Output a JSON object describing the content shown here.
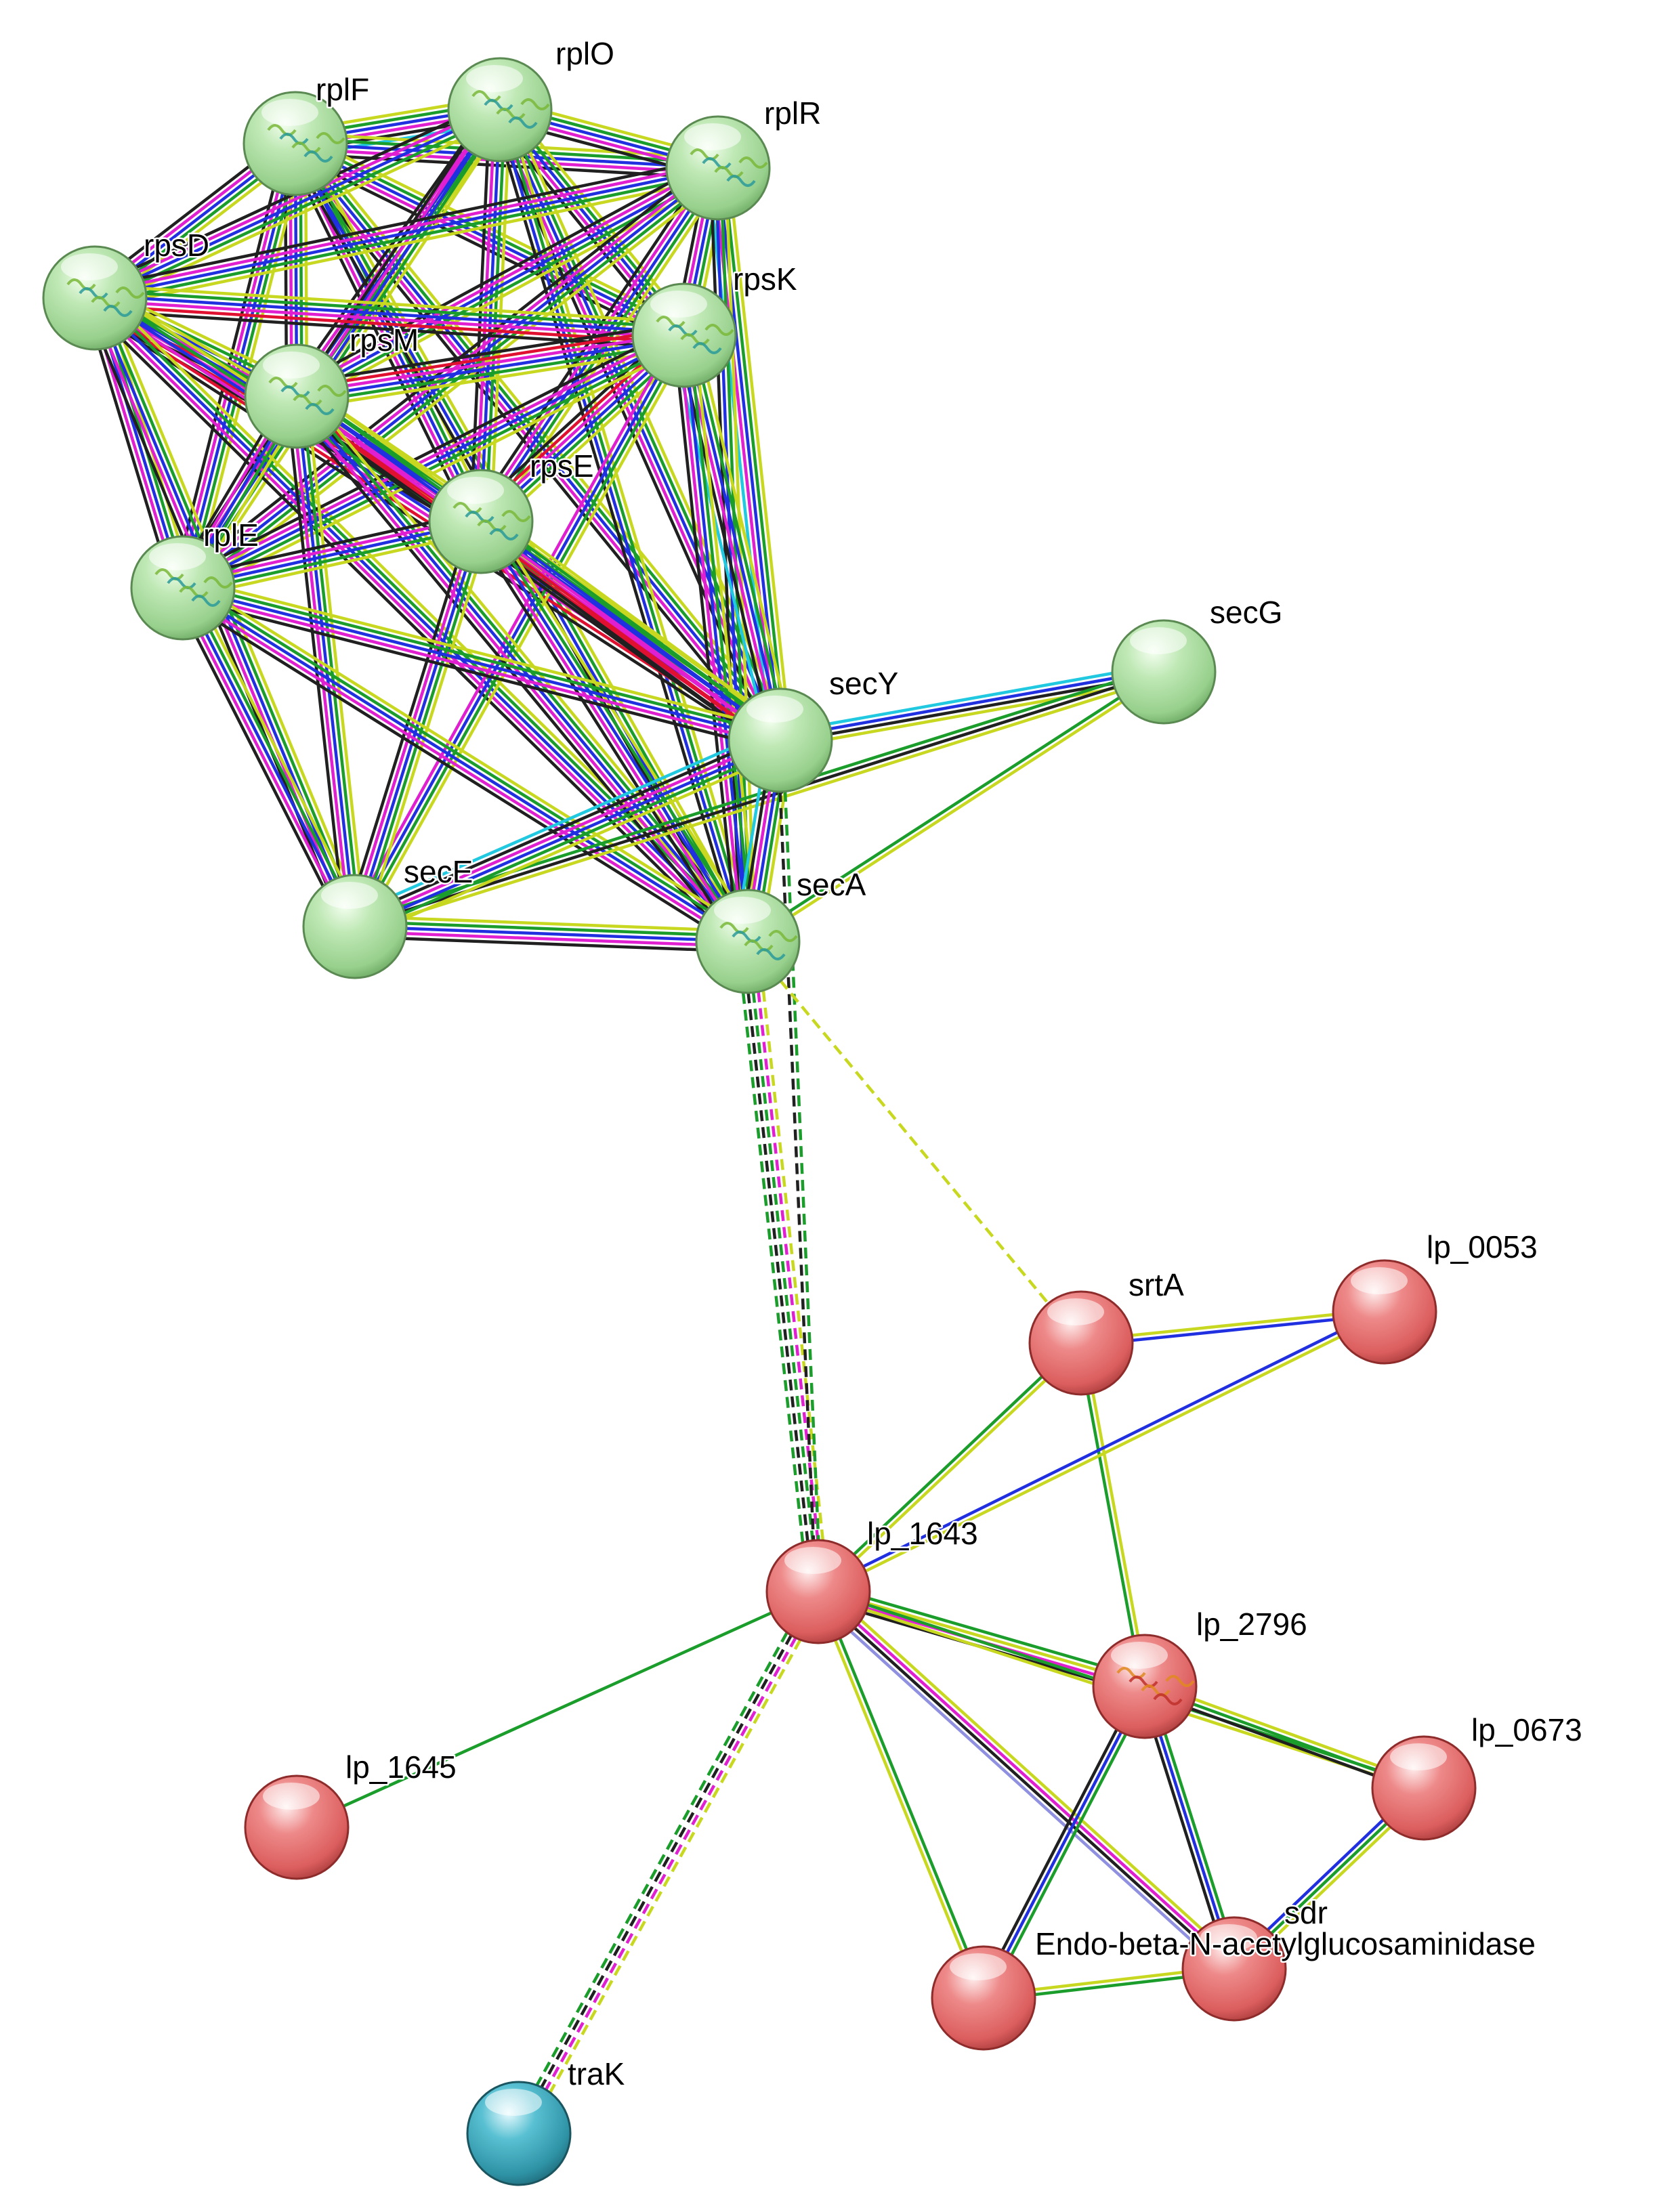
{
  "colors": {
    "green_node": "#a8dca0",
    "red_node": "#e06b6b",
    "cyan_node": "#3f9fb0"
  },
  "nodes": [
    {
      "id": "rplF",
      "label": "rplF",
      "group": "green",
      "structure": true
    },
    {
      "id": "rplO",
      "label": "rplO",
      "group": "green",
      "structure": true
    },
    {
      "id": "rplR",
      "label": "rplR",
      "group": "green",
      "structure": true
    },
    {
      "id": "rpsD",
      "label": "rpsD",
      "group": "green",
      "structure": true
    },
    {
      "id": "rpsK",
      "label": "rpsK",
      "group": "green",
      "structure": true
    },
    {
      "id": "rpsM",
      "label": "rpsM",
      "group": "green",
      "structure": true
    },
    {
      "id": "rpsE",
      "label": "rpsE",
      "group": "green",
      "structure": true
    },
    {
      "id": "rplE",
      "label": "rplE",
      "group": "green",
      "structure": true
    },
    {
      "id": "secG",
      "label": "secG",
      "group": "green",
      "structure": false
    },
    {
      "id": "secY",
      "label": "secY",
      "group": "green",
      "structure": false
    },
    {
      "id": "secE",
      "label": "secE",
      "group": "green",
      "structure": false
    },
    {
      "id": "secA",
      "label": "secA",
      "group": "green",
      "structure": true
    },
    {
      "id": "srtA",
      "label": "srtA",
      "group": "red",
      "structure": false
    },
    {
      "id": "lp_0053",
      "label": "lp_0053",
      "group": "red",
      "structure": false
    },
    {
      "id": "lp_1643",
      "label": "lp_1643",
      "group": "red",
      "structure": false
    },
    {
      "id": "lp_2796",
      "label": "lp_2796",
      "group": "red",
      "structure": true
    },
    {
      "id": "lp_0673",
      "label": "lp_0673",
      "group": "red",
      "structure": false
    },
    {
      "id": "lp_1645",
      "label": "lp_1645",
      "group": "red",
      "structure": false
    },
    {
      "id": "sdr",
      "label": "sdr",
      "group": "red",
      "structure": false
    },
    {
      "id": "endo",
      "label": "Endo-beta-N-acetylglucosaminidase",
      "group": "red",
      "structure": false
    },
    {
      "id": "traK",
      "label": "traK",
      "group": "cyan",
      "structure": false
    }
  ],
  "edges": [
    {
      "from": "rplF",
      "to": "rplO",
      "colors": [
        "#c8d820",
        "#1a9d2a",
        "#2030e0",
        "#e020d0",
        "#202020",
        "#20c8e0"
      ]
    },
    {
      "from": "rplF",
      "to": "rplR",
      "colors": [
        "#c8d820",
        "#1a9d2a",
        "#2030e0",
        "#e020d0",
        "#202020"
      ]
    },
    {
      "from": "rplF",
      "to": "rpsD",
      "colors": [
        "#c8d820",
        "#1a9d2a",
        "#2030e0",
        "#e020d0",
        "#202020"
      ]
    },
    {
      "from": "rplF",
      "to": "rpsK",
      "colors": [
        "#c8d820",
        "#1a9d2a",
        "#2030e0",
        "#e020d0",
        "#202020"
      ]
    },
    {
      "from": "rplF",
      "to": "rpsM",
      "colors": [
        "#c8d820",
        "#1a9d2a",
        "#2030e0",
        "#e020d0",
        "#202020"
      ]
    },
    {
      "from": "rplF",
      "to": "rpsE",
      "colors": [
        "#c8d820",
        "#1a9d2a",
        "#2030e0",
        "#e020d0",
        "#202020"
      ]
    },
    {
      "from": "rplF",
      "to": "rplE",
      "colors": [
        "#c8d820",
        "#1a9d2a",
        "#2030e0",
        "#e020d0",
        "#202020"
      ]
    },
    {
      "from": "rplF",
      "to": "secY",
      "colors": [
        "#c8d820",
        "#1a9d2a",
        "#2030e0",
        "#e020d0",
        "#202020"
      ]
    },
    {
      "from": "rplF",
      "to": "secA",
      "colors": [
        "#c8d820",
        "#1a9d2a",
        "#2030e0",
        "#202020"
      ]
    },
    {
      "from": "rplO",
      "to": "rplR",
      "colors": [
        "#c8d820",
        "#1a9d2a",
        "#2030e0",
        "#e020d0",
        "#202020"
      ]
    },
    {
      "from": "rplO",
      "to": "rpsD",
      "colors": [
        "#c8d820",
        "#1a9d2a",
        "#2030e0",
        "#e020d0",
        "#202020"
      ]
    },
    {
      "from": "rplO",
      "to": "rpsK",
      "colors": [
        "#c8d820",
        "#1a9d2a",
        "#2030e0",
        "#e020d0",
        "#202020"
      ]
    },
    {
      "from": "rplO",
      "to": "rpsM",
      "colors": [
        "#c8d820",
        "#1a9d2a",
        "#2030e0",
        "#e020d0",
        "#202020"
      ]
    },
    {
      "from": "rplO",
      "to": "rpsE",
      "colors": [
        "#c8d820",
        "#1a9d2a",
        "#2030e0",
        "#e020d0",
        "#202020"
      ]
    },
    {
      "from": "rplO",
      "to": "rplE",
      "colors": [
        "#c8d820",
        "#1a9d2a",
        "#2030e0",
        "#e020d0",
        "#202020"
      ]
    },
    {
      "from": "rplO",
      "to": "secY",
      "colors": [
        "#c8d820",
        "#1a9d2a",
        "#2030e0",
        "#e020d0",
        "#202020"
      ]
    },
    {
      "from": "rplO",
      "to": "secA",
      "colors": [
        "#c8d820",
        "#1a9d2a",
        "#2030e0",
        "#202020"
      ]
    },
    {
      "from": "rplR",
      "to": "rpsD",
      "colors": [
        "#c8d820",
        "#1a9d2a",
        "#2030e0",
        "#e020d0",
        "#202020"
      ]
    },
    {
      "from": "rplR",
      "to": "rpsK",
      "colors": [
        "#c8d820",
        "#1a9d2a",
        "#2030e0",
        "#e020d0",
        "#202020"
      ]
    },
    {
      "from": "rplR",
      "to": "rpsM",
      "colors": [
        "#c8d820",
        "#1a9d2a",
        "#2030e0",
        "#e020d0",
        "#202020"
      ]
    },
    {
      "from": "rplR",
      "to": "rpsE",
      "colors": [
        "#c8d820",
        "#1a9d2a",
        "#2030e0",
        "#e020d0",
        "#202020"
      ]
    },
    {
      "from": "rplR",
      "to": "rplE",
      "colors": [
        "#c8d820",
        "#1a9d2a",
        "#2030e0",
        "#e020d0",
        "#202020"
      ]
    },
    {
      "from": "rplR",
      "to": "secY",
      "colors": [
        "#c8d820",
        "#1a9d2a",
        "#2030e0",
        "#e020d0",
        "#20c8e0"
      ]
    },
    {
      "from": "rplR",
      "to": "secA",
      "colors": [
        "#c8d820",
        "#1a9d2a",
        "#2030e0",
        "#202020"
      ]
    },
    {
      "from": "rpsD",
      "to": "rpsK",
      "colors": [
        "#c8d820",
        "#1a9d2a",
        "#2030e0",
        "#e020d0",
        "#e01030",
        "#202020"
      ]
    },
    {
      "from": "rpsD",
      "to": "rpsM",
      "colors": [
        "#c8d820",
        "#1a9d2a",
        "#2030e0",
        "#e020d0",
        "#e01030",
        "#202020"
      ]
    },
    {
      "from": "rpsD",
      "to": "rpsE",
      "colors": [
        "#c8d820",
        "#1a9d2a",
        "#2030e0",
        "#e020d0",
        "#e01030",
        "#202020"
      ]
    },
    {
      "from": "rpsD",
      "to": "rplE",
      "colors": [
        "#c8d820",
        "#1a9d2a",
        "#2030e0",
        "#e020d0",
        "#202020"
      ]
    },
    {
      "from": "rpsD",
      "to": "secY",
      "colors": [
        "#c8d820",
        "#1a9d2a",
        "#2030e0",
        "#e020d0",
        "#e01030",
        "#202020"
      ]
    },
    {
      "from": "rpsD",
      "to": "secE",
      "colors": [
        "#c8d820",
        "#1a9d2a",
        "#2030e0",
        "#e020d0",
        "#202020"
      ]
    },
    {
      "from": "rpsD",
      "to": "secA",
      "colors": [
        "#c8d820",
        "#1a9d2a",
        "#2030e0",
        "#e020d0",
        "#202020"
      ]
    },
    {
      "from": "rpsK",
      "to": "rpsM",
      "colors": [
        "#c8d820",
        "#1a9d2a",
        "#2030e0",
        "#e020d0",
        "#e01030",
        "#202020"
      ]
    },
    {
      "from": "rpsK",
      "to": "rpsE",
      "colors": [
        "#c8d820",
        "#1a9d2a",
        "#2030e0",
        "#e020d0",
        "#e01030",
        "#202020"
      ]
    },
    {
      "from": "rpsK",
      "to": "rplE",
      "colors": [
        "#c8d820",
        "#1a9d2a",
        "#2030e0",
        "#e020d0",
        "#202020"
      ]
    },
    {
      "from": "rpsK",
      "to": "secY",
      "colors": [
        "#c8d820",
        "#1a9d2a",
        "#2030e0",
        "#e020d0",
        "#202020",
        "#20c8e0"
      ]
    },
    {
      "from": "rpsK",
      "to": "secE",
      "colors": [
        "#c8d820",
        "#1a9d2a",
        "#2030e0",
        "#e020d0"
      ]
    },
    {
      "from": "rpsK",
      "to": "secA",
      "colors": [
        "#c8d820",
        "#1a9d2a",
        "#2030e0",
        "#e020d0",
        "#202020"
      ]
    },
    {
      "from": "rpsM",
      "to": "rpsE",
      "colors": [
        "#c8d820",
        "#1a9d2a",
        "#2030e0",
        "#e020d0",
        "#e01030",
        "#202020"
      ]
    },
    {
      "from": "rpsM",
      "to": "rplE",
      "colors": [
        "#c8d820",
        "#1a9d2a",
        "#2030e0",
        "#e020d0",
        "#202020"
      ]
    },
    {
      "from": "rpsM",
      "to": "secY",
      "colors": [
        "#c8d820",
        "#1a9d2a",
        "#2030e0",
        "#e020d0",
        "#e01030",
        "#202020"
      ]
    },
    {
      "from": "rpsM",
      "to": "secE",
      "colors": [
        "#c8d820",
        "#1a9d2a",
        "#2030e0",
        "#e020d0",
        "#202020"
      ]
    },
    {
      "from": "rpsM",
      "to": "secA",
      "colors": [
        "#c8d820",
        "#1a9d2a",
        "#2030e0",
        "#e020d0",
        "#202020"
      ]
    },
    {
      "from": "rpsE",
      "to": "rplE",
      "colors": [
        "#c8d820",
        "#1a9d2a",
        "#2030e0",
        "#e020d0",
        "#202020"
      ]
    },
    {
      "from": "rpsE",
      "to": "secY",
      "colors": [
        "#c8d820",
        "#1a9d2a",
        "#2030e0",
        "#e020d0",
        "#e01030",
        "#202020"
      ]
    },
    {
      "from": "rpsE",
      "to": "secE",
      "colors": [
        "#c8d820",
        "#1a9d2a",
        "#2030e0",
        "#e020d0",
        "#202020"
      ]
    },
    {
      "from": "rpsE",
      "to": "secA",
      "colors": [
        "#c8d820",
        "#1a9d2a",
        "#2030e0",
        "#e020d0",
        "#202020"
      ]
    },
    {
      "from": "rplE",
      "to": "secY",
      "colors": [
        "#c8d820",
        "#1a9d2a",
        "#2030e0",
        "#e020d0",
        "#202020"
      ]
    },
    {
      "from": "rplE",
      "to": "secE",
      "colors": [
        "#c8d820",
        "#1a9d2a",
        "#2030e0",
        "#e020d0",
        "#202020"
      ]
    },
    {
      "from": "rplE",
      "to": "secA",
      "colors": [
        "#c8d820",
        "#1a9d2a",
        "#2030e0",
        "#e020d0",
        "#202020"
      ]
    },
    {
      "from": "secG",
      "to": "secY",
      "colors": [
        "#c8d820",
        "#202020",
        "#2030e0",
        "#20c8e0"
      ]
    },
    {
      "from": "secG",
      "to": "secE",
      "colors": [
        "#c8d820",
        "#202020",
        "#1a9d2a"
      ]
    },
    {
      "from": "secG",
      "to": "secA",
      "colors": [
        "#c8d820",
        "#1a9d2a"
      ]
    },
    {
      "from": "secY",
      "to": "secE",
      "colors": [
        "#c8d820",
        "#1a9d2a",
        "#2030e0",
        "#e020d0",
        "#202020",
        "#20c8e0"
      ]
    },
    {
      "from": "secY",
      "to": "secA",
      "colors": [
        "#c8d820",
        "#1a9d2a",
        "#2030e0",
        "#e020d0",
        "#202020",
        "#20c8e0"
      ]
    },
    {
      "from": "secE",
      "to": "secA",
      "colors": [
        "#c8d820",
        "#1a9d2a",
        "#2030e0",
        "#e020d0",
        "#202020"
      ]
    },
    {
      "from": "secA",
      "to": "lp_1643",
      "colors": [
        "#c8d820",
        "#e020d0",
        "#1a9d2a",
        "#202020",
        "#1a9d2a"
      ],
      "dashed": true
    },
    {
      "from": "secY",
      "to": "lp_1643",
      "colors": [
        "#1a9d2a",
        "#202020"
      ],
      "dashed": true
    },
    {
      "from": "secA",
      "to": "srtA",
      "colors": [
        "#c8d820"
      ],
      "dashed": true
    },
    {
      "from": "lp_1643",
      "to": "traK",
      "colors": [
        "#c8d820",
        "#e020d0",
        "#202020",
        "#1a9d2a"
      ],
      "dashed": true
    },
    {
      "from": "srtA",
      "to": "lp_0053",
      "colors": [
        "#c8d820",
        "#2030e0"
      ]
    },
    {
      "from": "srtA",
      "to": "lp_1643",
      "colors": [
        "#c8d820",
        "#1a9d2a"
      ]
    },
    {
      "from": "srtA",
      "to": "lp_2796",
      "colors": [
        "#c8d820",
        "#1a9d2a"
      ]
    },
    {
      "from": "lp_0053",
      "to": "lp_1643",
      "colors": [
        "#c8d820",
        "#2030e0"
      ]
    },
    {
      "from": "lp_1643",
      "to": "lp_1645",
      "colors": [
        "#1a9d2a"
      ]
    },
    {
      "from": "lp_1643",
      "to": "lp_2796",
      "colors": [
        "#1a9d2a",
        "#c8d820",
        "#e020d0",
        "#202020"
      ]
    },
    {
      "from": "lp_1643",
      "to": "lp_0673",
      "colors": [
        "#1a9d2a",
        "#c8d820"
      ]
    },
    {
      "from": "lp_1643",
      "to": "endo",
      "colors": [
        "#1a9d2a",
        "#c8d820"
      ]
    },
    {
      "from": "lp_1643",
      "to": "sdr",
      "colors": [
        "#c8d820",
        "#e020d0",
        "#202020",
        "#9090e0"
      ]
    },
    {
      "from": "lp_2796",
      "to": "lp_0673",
      "colors": [
        "#c8d820",
        "#1a9d2a",
        "#202020"
      ]
    },
    {
      "from": "lp_2796",
      "to": "endo",
      "colors": [
        "#1a9d2a",
        "#2030e0",
        "#202020"
      ]
    },
    {
      "from": "lp_2796",
      "to": "sdr",
      "colors": [
        "#1a9d2a",
        "#2030e0",
        "#202020"
      ]
    },
    {
      "from": "lp_0673",
      "to": "sdr",
      "colors": [
        "#c8d820",
        "#1a9d2a",
        "#2030e0"
      ]
    },
    {
      "from": "endo",
      "to": "sdr",
      "colors": [
        "#c8d820",
        "#1a9d2a"
      ]
    }
  ]
}
